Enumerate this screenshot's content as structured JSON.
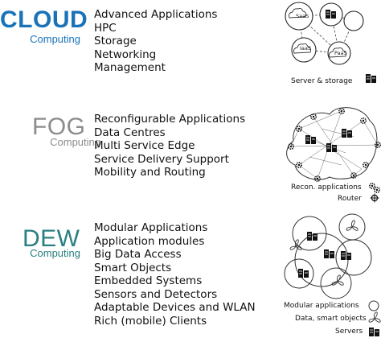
{
  "tiers": [
    {
      "title": "CLOUD",
      "subtitle": "Computing",
      "color": "#1a73b8",
      "items": [
        "Advanced Applications",
        "HPC",
        "Storage",
        "Networking",
        "Management"
      ],
      "cloud_labels": [
        "SaaS",
        "IaaS",
        "PaaS"
      ],
      "legend": [
        {
          "label": "Server & storage",
          "icon": "server-icon"
        }
      ]
    },
    {
      "title": "FOG",
      "subtitle": "Computing",
      "color": "#8c8c8c",
      "items": [
        "Reconfigurable Applications",
        "Data Centres",
        "Multi Service Edge",
        "Service Delivery Support",
        "Mobility and Routing"
      ],
      "legend": [
        {
          "label": "Recon. applications",
          "icon": "gears-icon"
        },
        {
          "label": "Router",
          "icon": "router-icon"
        }
      ]
    },
    {
      "title": "DEW",
      "subtitle": "Computing",
      "color": "#2a7f82",
      "items": [
        "Modular Applications",
        "Application modules",
        "Big Data Access",
        "Smart Objects",
        "Embedded Systems",
        "Sensors and Detectors",
        "Adaptable Devices and WLAN",
        "Rich (mobile) Clients"
      ],
      "legend": [
        {
          "label": "Modular applications",
          "icon": "circle-icon"
        },
        {
          "label": "Data, smart objects",
          "icon": "fan-icon"
        },
        {
          "label": "Servers",
          "icon": "server-icon"
        }
      ]
    }
  ]
}
